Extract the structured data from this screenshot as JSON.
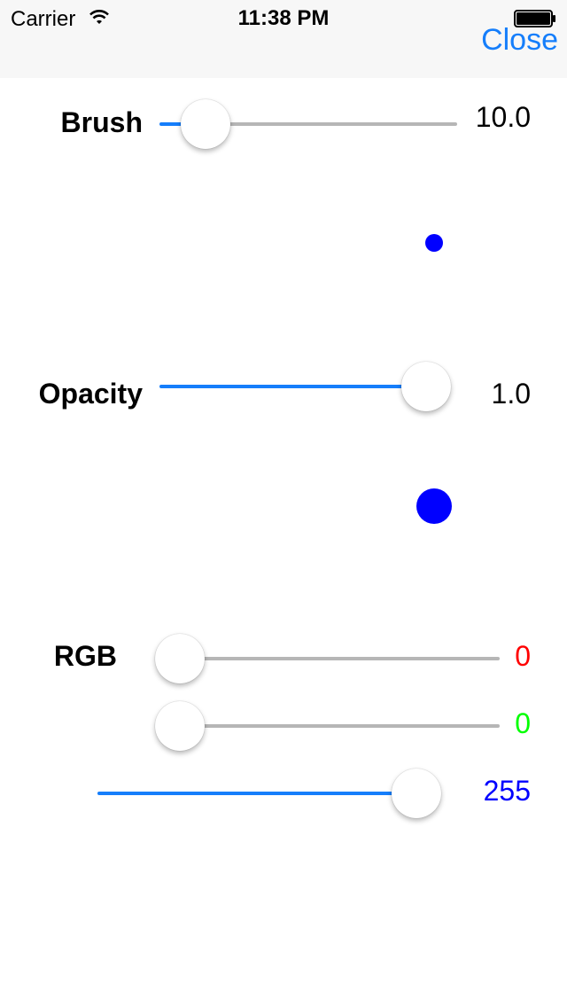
{
  "status_bar": {
    "carrier": "Carrier",
    "time": "11:38 PM"
  },
  "nav": {
    "close_label": "Close"
  },
  "colors": {
    "accent": "#157efb",
    "track_max": "#b6b6b6",
    "preview": "#0000ff",
    "red_value": "#ff0000",
    "green_value": "#00ff00",
    "blue_value": "#0000ff"
  },
  "brush": {
    "label": "Brush",
    "value_text": "10.0",
    "fraction": 0.085
  },
  "opacity": {
    "label": "Opacity",
    "value_text": "1.0",
    "fraction": 1.0
  },
  "rgb": {
    "label": "RGB",
    "red": {
      "value_text": "0",
      "fraction": 0.0
    },
    "green": {
      "value_text": "0",
      "fraction": 0.0
    },
    "blue": {
      "value_text": "255",
      "fraction": 1.0
    }
  }
}
